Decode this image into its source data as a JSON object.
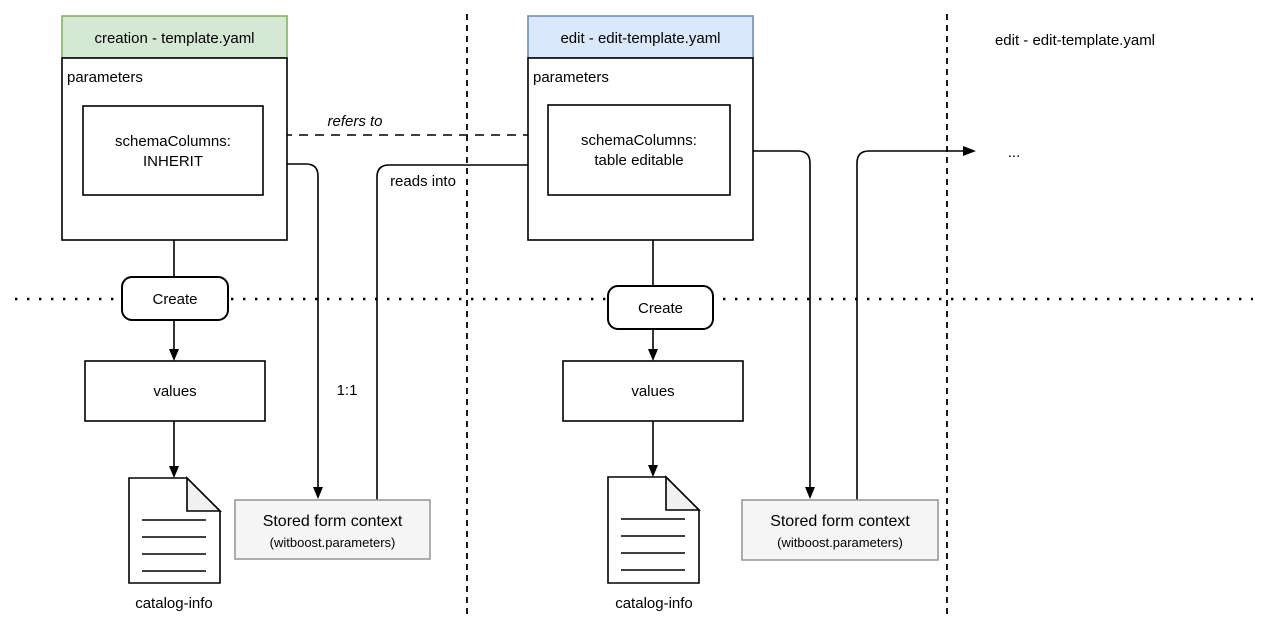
{
  "background": "#ffffff",
  "colors": {
    "creation_header_fill": "#d5e8d4",
    "creation_header_stroke": "#82b366",
    "edit_header_fill": "#dae8fc",
    "edit_header_stroke": "#6c8ebf",
    "stored_box_fill": "#f5f5f5",
    "stored_box_stroke": "#999999",
    "stored_box_text": "#333333",
    "line_color": "#000000"
  },
  "creation_lane": {
    "header": "creation - template.yaml",
    "parameters_label": "parameters",
    "schema_node": {
      "line1": "schemaColumns:",
      "line2": "INHERIT"
    },
    "create_button": "Create",
    "values_box": "values",
    "document_label": "catalog-info",
    "stored_context": {
      "title": "Stored form context",
      "subtitle": "(witboost.parameters)"
    }
  },
  "edit_lane": {
    "header": "edit - edit-template.yaml",
    "parameters_label": "parameters",
    "schema_node": {
      "line1": "schemaColumns:",
      "line2": "table editable"
    },
    "create_button": "Create",
    "values_box": "values",
    "document_label": "catalog-info",
    "stored_context": {
      "title": "Stored form context",
      "subtitle": "(witboost.parameters)"
    }
  },
  "next_lane": {
    "header": "edit - edit-template.yaml",
    "ellipsis": "..."
  },
  "edge_labels": {
    "refers_to": "refers to",
    "reads_into": "reads into",
    "one_to_one": "1:1"
  }
}
